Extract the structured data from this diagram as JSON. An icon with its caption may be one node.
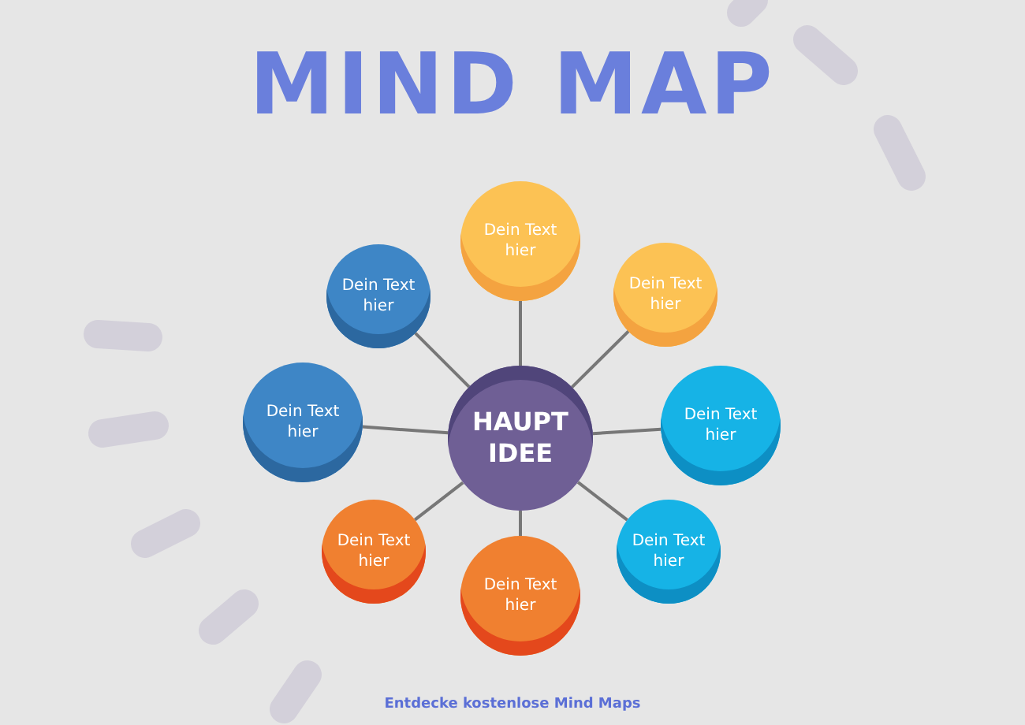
{
  "diagram": {
    "title": "MIND MAP",
    "nodes": [
      {
        "text": [
          "HAUPT IDEE"
        ]
      },
      {
        "text": [
          "Dein Text hier"
        ]
      },
      {
        "text": [
          "Dein Text hier"
        ]
      },
      {
        "text": [
          "Dein Text hier"
        ]
      },
      {
        "text": [
          "Dein Text hier"
        ]
      },
      {
        "text": [
          "Dein Text hier"
        ]
      },
      {
        "text": [
          "Dein Text hier"
        ]
      },
      {
        "text": [
          "Dein Text hier"
        ]
      },
      {
        "text": [
          "Dein Text hier"
        ]
      }
    ],
    "edges": [
      {
        "from": 0,
        "to": 1,
        "arrow": "none"
      },
      {
        "from": 0,
        "to": 2,
        "arrow": "none"
      },
      {
        "from": 0,
        "to": 3,
        "arrow": "none"
      },
      {
        "from": 0,
        "to": 4,
        "arrow": "none"
      },
      {
        "from": 0,
        "to": 5,
        "arrow": "none"
      },
      {
        "from": 0,
        "to": 6,
        "arrow": "none"
      },
      {
        "from": 0,
        "to": 7,
        "arrow": "none"
      },
      {
        "from": 0,
        "to": 8,
        "arrow": "none"
      }
    ],
    "labels": [
      "Entdecke kostenlose Mind Maps"
    ]
  }
}
